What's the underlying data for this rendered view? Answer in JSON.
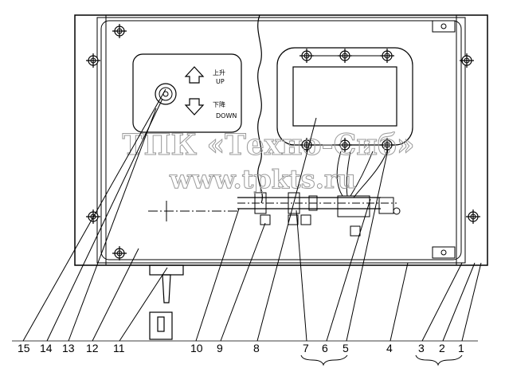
{
  "diagram": {
    "panel_labels": {
      "up_cn": "上升",
      "up_en": "UP",
      "down_cn": "下降",
      "down_en": "DOWN"
    },
    "watermark": {
      "line1": "ТПК «Техно-Сиб»",
      "line2": "www.tpkts.ru"
    },
    "callouts": [
      "15",
      "14",
      "13",
      "12",
      "11",
      "10",
      "9",
      "8",
      "7",
      "6",
      "5",
      "4",
      "3",
      "2",
      "1"
    ]
  }
}
